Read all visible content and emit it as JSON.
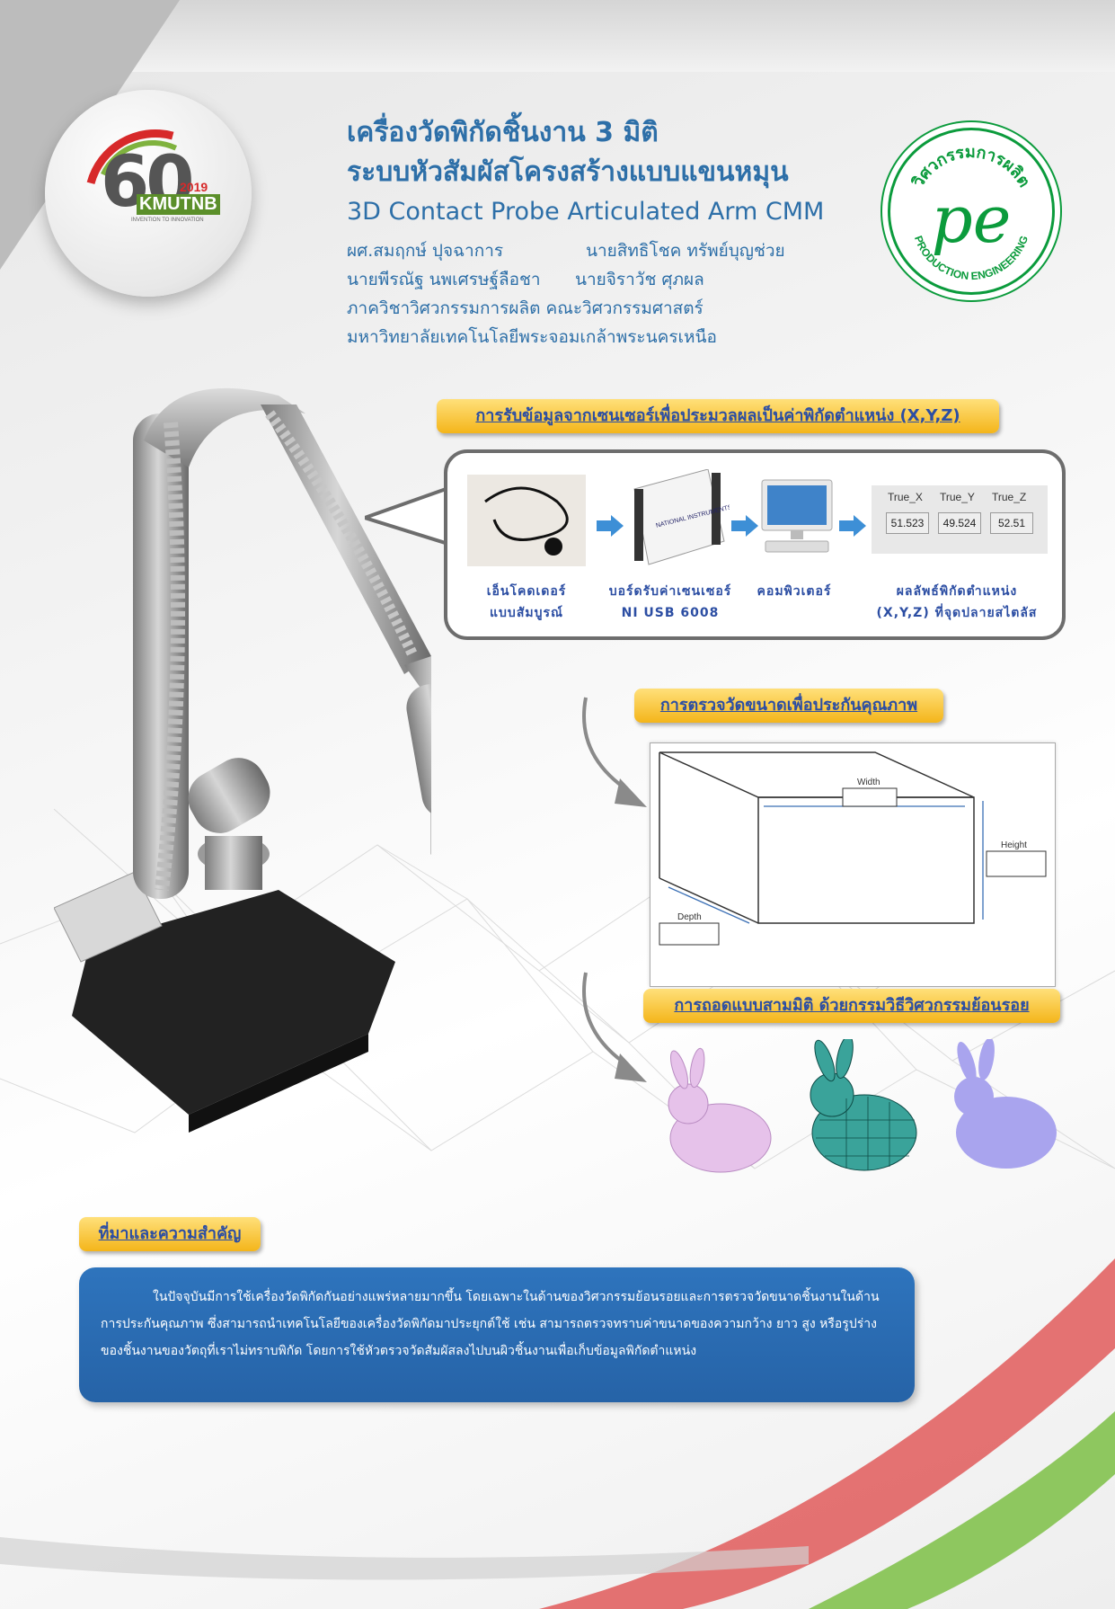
{
  "header": {
    "logo_left": {
      "numeral": "60",
      "name": "KMUTNB",
      "year": "2019",
      "tagline": "INVENTION TO INNOVATION"
    },
    "title_th_line1": "เครื่องวัดพิกัดชิ้นงาน 3 มิติ",
    "title_th_line2": "ระบบหัวสัมผัสโครงสร้างแบบแขนหมุน",
    "title_en": "3D Contact Probe Articulated Arm CMM",
    "authors": [
      "ผศ.สมฤกษ์ ปุจฉาการ",
      "นายสิทธิโชค ทรัพย์บุญช่วย",
      "นายพีรณัฐ นพเศรษฐ์ลือชา",
      "นายจิราวัช ศุภผล"
    ],
    "department": "ภาควิชาวิศวกรรมการผลิต คณะวิศวกรรมศาสตร์",
    "university": "มหาวิทยาลัยเทคโนโลยีพระจอมเกล้าพระนครเหนือ",
    "logo_right": {
      "text_th": "วิศวกรรมการผลิต",
      "text_en": "PRODUCTION ENGINEERING",
      "mark": "pe"
    }
  },
  "sections": {
    "data_acquisition": {
      "label": "การรับข้อมูลจากเซนเซอร์เพื่อประมวลผลเป็นค่าพิกัดตำแหน่ง (X,Y,Z)",
      "components": [
        {
          "label_line1": "เอ็นโคดเดอร์",
          "label_line2": "แบบสัมบูรณ์"
        },
        {
          "label_line1": "บอร์ดรับค่าเซนเซอร์",
          "label_line2": "NI USB 6008"
        },
        {
          "label_line1": "คอมพิวเตอร์",
          "label_line2": ""
        },
        {
          "label_line1": "ผลลัพธ์พิกัดตำแหน่ง",
          "label_line2": "(X,Y,Z) ที่จุดปลายสไตลัส"
        }
      ],
      "daq_brand": "NATIONAL INSTRUMENTS",
      "readout": {
        "headers": [
          "True_X",
          "True_Y",
          "True_Z"
        ],
        "values": [
          "51.523",
          "49.524",
          "52.51"
        ]
      }
    },
    "quality_inspection": {
      "label": "การตรวจวัดขนาดเพื่อประกันคุณภาพ",
      "dimensions": [
        "Width",
        "Height",
        "Depth"
      ]
    },
    "reverse_engineering": {
      "label": "การถอดแบบสามมิติ ด้วยกรรมวิธีวิศวกรรมย้อนรอย"
    },
    "background": {
      "label": "ที่มาและความสำคัญ",
      "text": "ในปัจจุบันมีการใช้เครื่องวัดพิกัดกันอย่างแพร่หลายมากขึ้น โดยเฉพาะในด้านของวิศวกรรมย้อนรอยและการตรวจวัดขนาดชิ้นงานในด้านการประกันคุณภาพ ซึ่งสามารถนำเทคโนโลยีของเครื่องวัดพิกัดมาประยุกต์ใช้ เช่น สามารถตรวจทราบค่าขนาดของความกว้าง ยาว สูง หรือรูปร่างของชิ้นงานของวัตถุที่เราไม่ทราบพิกัด โดยการใช้หัวตรวจวัดสัมผัสลงไปบนผิวชิ้นงานเพื่อเก็บข้อมูลพิกัดตำแหน่ง"
    }
  },
  "colors": {
    "title_blue": "#2d6fa8",
    "label_blue": "#2c4ea3",
    "label_yellow": "#f4b51a",
    "panel_blue": "#2e74bd",
    "pe_green": "#0b9b3c",
    "accent_red": "#e04b4b"
  }
}
